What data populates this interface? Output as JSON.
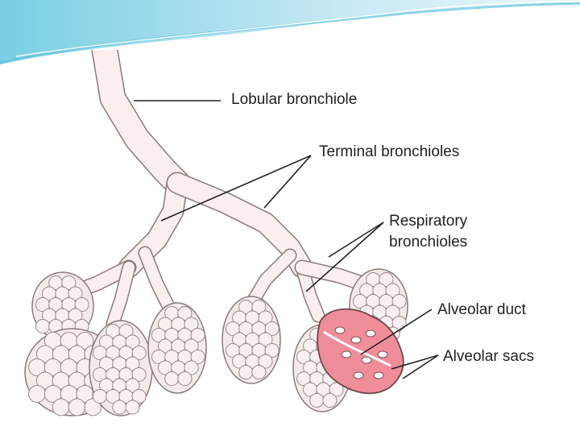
{
  "diagram": {
    "labels": {
      "lobular_bronchiole": "Lobular bronchiole",
      "terminal_bronchioles": "Terminal bronchioles",
      "respiratory_bronchioles_line1": "Respiratory",
      "respiratory_bronchioles_line2": "bronchioles",
      "alveolar_duct": "Alveolar duct",
      "alveolar_sacs": "Alveolar sacs"
    },
    "colors": {
      "airway_fill": "#fbeeee",
      "airway_stroke": "#8a7a7a",
      "alveolus_fill": "#f4eaea",
      "sectioned_sac_fill": "#ef8d99",
      "header_blue": "#bfe6f2",
      "header_accent": "#5fc3de"
    }
  }
}
